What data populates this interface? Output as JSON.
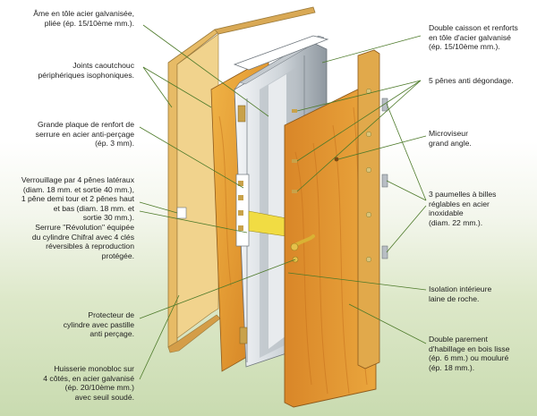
{
  "labels": {
    "ame": "Âme en tôle acier galvanisée,\npliée (ép. 15/10ème mm.).",
    "joints": "Joints caoutchouc\npériphériques isophoniques.",
    "plaque": "Grande plaque de renfort de\nserrure en acier anti-perçage\n(ép. 3 mm).",
    "verrouillage": "Verrouillage par 4 pênes latéraux\n(diam. 18 mm. et sortie 40 mm.),\n1 pêne demi tour et 2 pênes haut\net bas (diam. 18 mm. et\nsortie 30 mm.).\nSerrure \"Révolution\" équipée\ndu cylindre Chifral avec 4 clés\nréversibles à reproduction\nprotégée.",
    "protecteur": "Protecteur de\ncylindre avec pastille\nanti perçage.",
    "huisserie": "Huisserie monobloc sur\n4 côtés, en acier galvanisé\n(ép. 20/10ème mm.)\navec seuil soudé.",
    "double_caisson": "Double caisson et renforts\nen tôle d'acier galvanisé\n(ép. 15/10ème mm.).",
    "penes": "5 pênes anti dégondage.",
    "microviseur": "Microviseur\ngrand angle.",
    "paumelles": "3 paumelles à billes\nréglables en acier\ninoxidable\n(diam. 22 mm.).",
    "isolation": "Isolation intérieure\nlaine de roche.",
    "parement": "Double parement\nd'habillage en bois lisse\n(ép. 6 mm.) ou mouluré\n(ép. 18 mm.)."
  },
  "colors": {
    "wood_light": "#e9a93c",
    "wood_dark": "#c8731f",
    "frame": "#e0b25c",
    "steel": "#d9dde1",
    "steel_dark": "#9aa2a9",
    "bolt": "#c9a24a",
    "leader": "#4d7a2a"
  }
}
